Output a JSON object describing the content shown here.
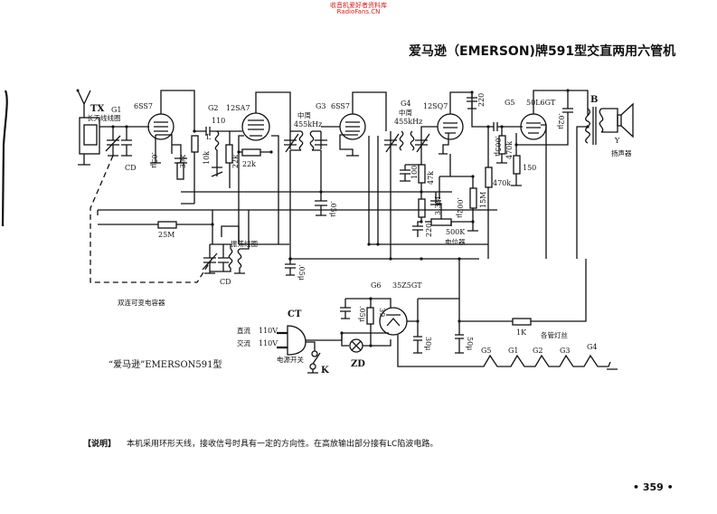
{
  "watermark": {
    "line1": "收音机爱好者资料库",
    "line2": "RadioFans.CN"
  },
  "title": "爱马逊（EMERSON)牌591型交直两用六管机",
  "tubes": [
    {
      "ref": "G1",
      "type": "6SS7"
    },
    {
      "ref": "G2",
      "type": "12SA7"
    },
    {
      "ref": "G3",
      "type": "6SS7"
    },
    {
      "ref": "G4",
      "type": "12SQ7"
    },
    {
      "ref": "G5",
      "type": "50L6GT"
    },
    {
      "ref": "G6",
      "type": "35Z5GT"
    }
  ],
  "labels": {
    "antenna": "TX",
    "antenna_coil": "长天线线圈",
    "osc_coil": "振荡线圈",
    "dual_cap": "双连可变电容器",
    "cd1": "CD",
    "cd2": "CD",
    "if1_name": "中周",
    "if1_freq": "455kHz",
    "if2_name": "中周",
    "if2_freq": "455kHz",
    "inductor_L": "L",
    "volume_pot": "电位器",
    "output_transformer": "B",
    "speaker_ref": "Y",
    "speaker": "扬声器",
    "plug": "CT",
    "dc": "直流",
    "dc_v": "110V",
    "ac": "交流",
    "ac_v": "110V",
    "power_switch": "电源开关",
    "switch_ref": "K",
    "pilot_lamp": "ZD",
    "filaments": "各管灯丝"
  },
  "components": {
    "c_g1_cathode": ".05μ",
    "r_39k": "39k",
    "c_110": "110",
    "r_10k": "10k",
    "r_22k_a": "22k",
    "r_22k_b": "22k",
    "c_g3": ".05μ",
    "c_100": "100",
    "r_47k": "47k",
    "c_220a": "220",
    "r_3m3": "3.3M",
    "c_220b": "220",
    "c_002": ".002μ",
    "r_15m": "15M",
    "pot_500k": "500K",
    "r_470k_a": "470k",
    "c_005": ".005μ",
    "r_470k_b": "470k",
    "r_150": "150",
    "c_02": ".02μ",
    "r_25m": "25M",
    "c_osc": ".05μ",
    "c_rect": ".05μ",
    "r_39": "39",
    "c_30": "30μ",
    "c_50": "50μ",
    "r_1k": "1K"
  },
  "filament_chain": [
    "G5",
    "G1",
    "G2",
    "G3",
    "G4"
  ],
  "caption": "“爱马逊”EMERSON591型",
  "note": {
    "tag": "【说明】",
    "text": "本机采用环形天线，接收信号时具有一定的方向性。在高放输出部分接有LC陷波电路。"
  },
  "page_number": "• 359 •"
}
